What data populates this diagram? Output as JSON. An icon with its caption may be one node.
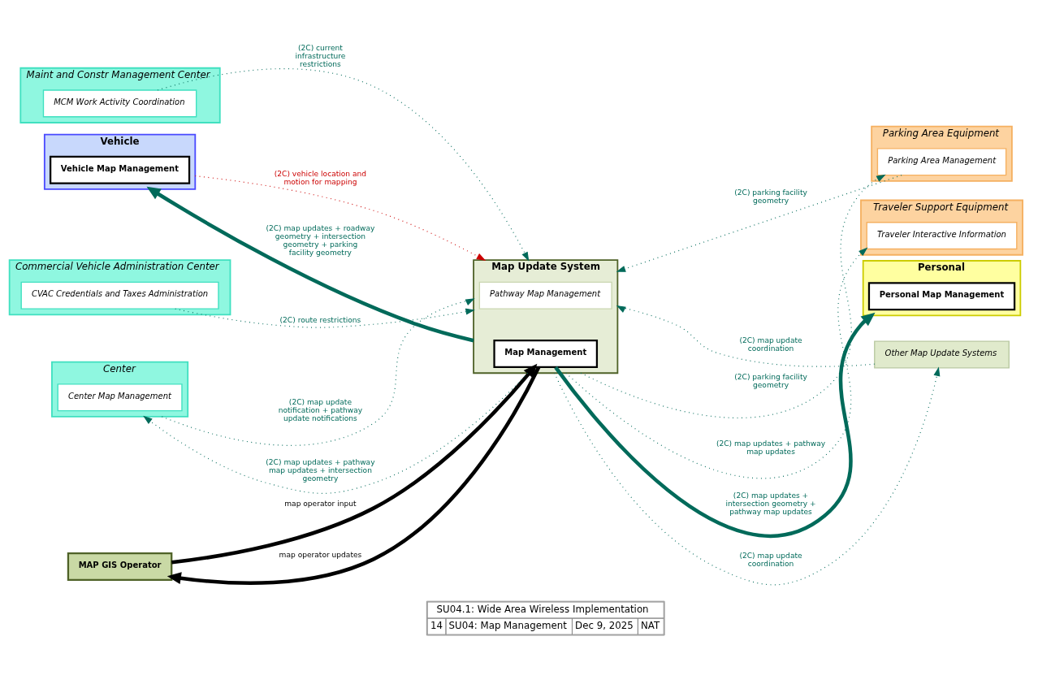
{
  "diagram": {
    "nodes": [
      {
        "text": [
          "Maint and Constr Management Center"
        ]
      },
      {
        "text": [
          "MCM Work Activity Coordination"
        ],
        "in": 0
      },
      {
        "text": [
          "Parking Area Equipment"
        ]
      },
      {
        "text": [
          "Parking Area Management"
        ],
        "in": 2
      },
      {
        "text": [
          "Traveler Support Equipment"
        ]
      },
      {
        "text": [
          "Traveler Interactive Information"
        ],
        "in": 4
      },
      {
        "text": [
          "Commercial Vehicle Administration Center"
        ]
      },
      {
        "text": [
          "CVAC Credentials and Taxes Administration"
        ],
        "in": 6
      },
      {
        "text": [
          "Map Update System"
        ]
      },
      {
        "text": [
          "Pathway Map Management"
        ],
        "in": 8
      },
      {
        "text": [
          "Map Management"
        ],
        "in": 8
      },
      {
        "text": [
          "Vehicle"
        ]
      },
      {
        "text": [
          "Vehicle Map Management"
        ],
        "in": 11
      },
      {
        "text": [
          "Center"
        ]
      },
      {
        "text": [
          "Center Map Management"
        ],
        "in": 13
      },
      {
        "text": [
          "Personal"
        ]
      },
      {
        "text": [
          "Personal Map Management"
        ],
        "in": 15
      },
      {
        "text": [
          "Other Map Update Systems"
        ]
      },
      {
        "text": [
          "MAP GIS Operator"
        ]
      }
    ],
    "edges": [
      {
        "from": 1,
        "to": 8,
        "arrow": "to",
        "label": "(2C) current infrastructure restrictions",
        "style": "dashed"
      },
      {
        "from": 8,
        "to": 3,
        "arrow": "to",
        "label": "(2C) parking facility geometry",
        "style": "dashed"
      },
      {
        "from": 3,
        "to": 8,
        "arrow": "to",
        "label": "(2C) parking facility geometry",
        "style": "dashed"
      },
      {
        "from": 8,
        "to": 5,
        "arrow": "to",
        "label": "(2C) map updates + pathway map updates",
        "style": "dashed"
      },
      {
        "from": 7,
        "to": 8,
        "arrow": "to",
        "label": "(2C) route restrictions",
        "style": "dashed"
      },
      {
        "from": 11,
        "to": 8,
        "arrow": "to",
        "label": "(2C) vehicle location and motion for mapping",
        "style": "dashed",
        "color": "#cc0000"
      },
      {
        "from": 8,
        "to": 11,
        "arrow": "to",
        "label": "(2C) map updates + roadway geometry + intersection geometry + parking facility geometry",
        "style": "thick"
      },
      {
        "from": 13,
        "to": 8,
        "arrow": "to",
        "label": "(2C) map update notification + pathway update notifications",
        "style": "dashed"
      },
      {
        "from": 8,
        "to": 13,
        "arrow": "to",
        "label": "(2C) map updates + pathway map updates + intersection geometry",
        "style": "dashed"
      },
      {
        "from": 8,
        "to": 17,
        "arrow": "to",
        "label": "(2C) map update coordination",
        "style": "dashed"
      },
      {
        "from": 17,
        "to": 8,
        "arrow": "to",
        "label": "(2C) map update coordination",
        "style": "dashed"
      },
      {
        "from": 18,
        "to": 10,
        "arrow": "to",
        "label": "map operator input",
        "style": "thick",
        "color": "#000000"
      },
      {
        "from": 10,
        "to": 18,
        "arrow": "to",
        "label": "map operator updates",
        "style": "thick",
        "color": "#000000"
      },
      {
        "from": 10,
        "to": 15,
        "arrow": "to",
        "label": "(2C) map updates + intersection geometry + pathway map updates",
        "style": "thick"
      }
    ],
    "labels": [
      "SU04.1: Wide Area Wireless Implementation",
      "14",
      "SU04: Map Management",
      "Dec 9, 2025",
      "NAT"
    ]
  }
}
